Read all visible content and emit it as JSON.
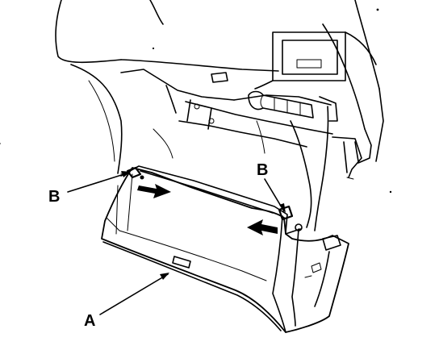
{
  "labels": {
    "part_a": "A",
    "part_b_left": "B",
    "part_b_right": "B"
  },
  "colors": {
    "line": "#000000",
    "background": "#ffffff"
  }
}
